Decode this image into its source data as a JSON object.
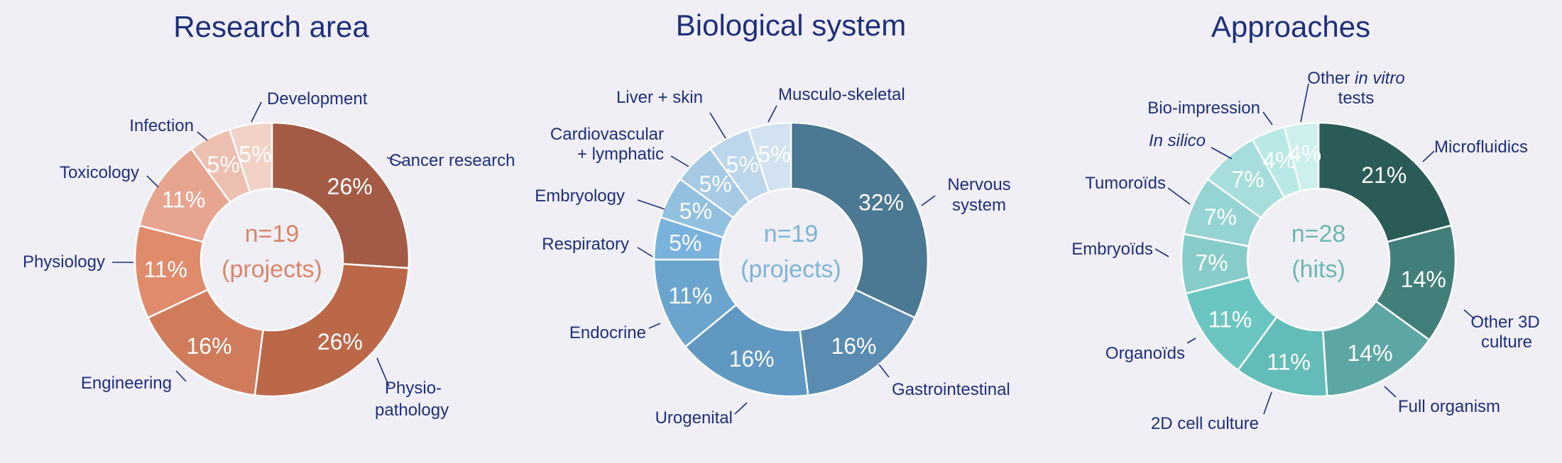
{
  "chart_data": [
    {
      "type": "pie",
      "title": "Research area",
      "center_line1": "n=19",
      "center_line2": "(projects)",
      "center_color": "#d9866a",
      "categories": [
        "Cancer research",
        "Physio-pathology",
        "Engineering",
        "Physiology",
        "Toxicology",
        "Infection",
        "Development"
      ],
      "values": [
        26,
        26,
        16,
        11,
        11,
        5,
        5
      ],
      "value_labels": [
        "26%",
        "26%",
        "16%",
        "11%",
        "11%",
        "5%",
        "5%"
      ],
      "colors": [
        "#a35b45",
        "#bb6849",
        "#cf7b5c",
        "#df8b6c",
        "#e7a590",
        "#edbfb0",
        "#f2d2c6"
      ]
    },
    {
      "type": "pie",
      "title": "Biological system",
      "center_line1": "n=19",
      "center_line2": "(projects)",
      "center_color": "#7fb4d6",
      "categories": [
        "Nervous system",
        "Gastrointestinal",
        "Urogenital",
        "Endocrine",
        "Respiratory",
        "Embryology",
        "Cardiovascular + lymphatic",
        "Liver + skin",
        "Musculo-skeletal"
      ],
      "values": [
        32,
        16,
        16,
        11,
        5,
        5,
        5,
        5,
        5
      ],
      "value_labels": [
        "32%",
        "16%",
        "16%",
        "11%",
        "5%",
        "5%",
        "5%",
        "5%",
        "5%"
      ],
      "colors": [
        "#4b7893",
        "#5a8bb0",
        "#6198c1",
        "#6ba5ce",
        "#79b2dd",
        "#92c0e1",
        "#a6cae5",
        "#bcd6ec",
        "#d2e2f0"
      ]
    },
    {
      "type": "pie",
      "title": "Approaches",
      "center_line1": "n=28",
      "center_line2": "(hits)",
      "center_color": "#6db8b2",
      "categories": [
        "Microfluidics",
        "Other 3D culture",
        "Full organism",
        "2D cell culture",
        "Organoïds",
        "Embryoïds",
        "Tumoroïds",
        "In silico",
        "Bio-impression",
        "Other in vitro tests"
      ],
      "values": [
        21,
        14,
        14,
        11,
        11,
        7,
        7,
        7,
        4,
        4
      ],
      "value_labels": [
        "21%",
        "14%",
        "14%",
        "11%",
        "11%",
        "7%",
        "7%",
        "7%",
        "4%",
        "4%"
      ],
      "colors": [
        "#2b5b58",
        "#427f7b",
        "#5ca7a3",
        "#63bcb8",
        "#6bc6c2",
        "#88ccc9",
        "#95d4d2",
        "#a7dedc",
        "#b9e9e7",
        "#cdf0ee"
      ]
    }
  ]
}
